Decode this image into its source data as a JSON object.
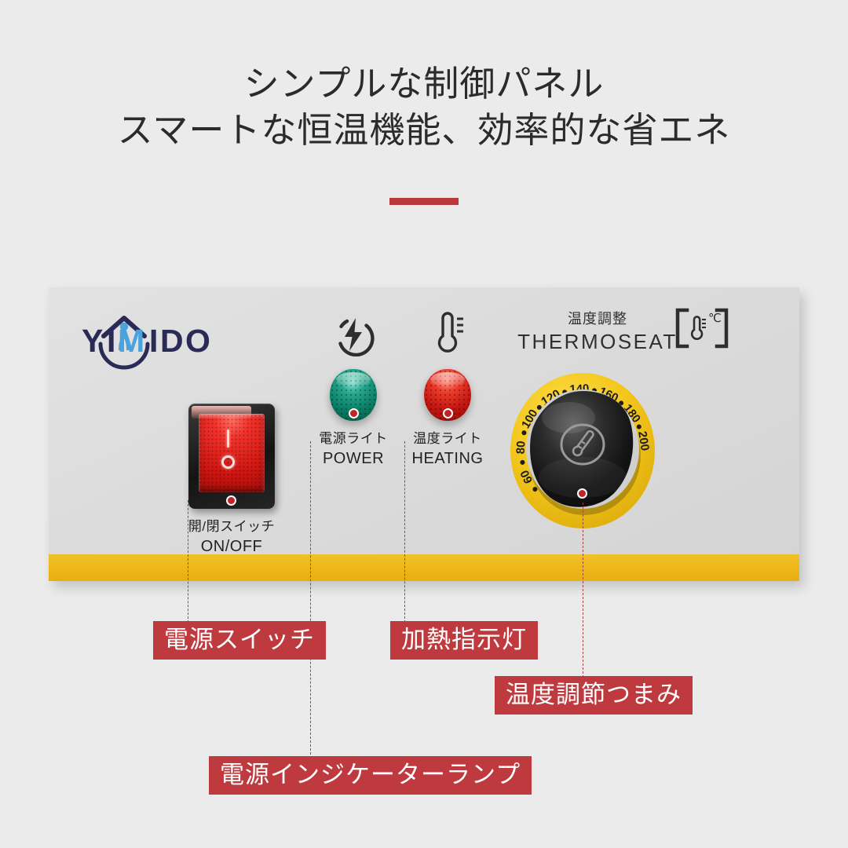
{
  "headline": {
    "line1": "シンプルな制御パネル",
    "line2": "スマートな恒温機能、効率的な省エネ",
    "accent_color": "#b8393c"
  },
  "panel": {
    "background_color": "#dcdcdc",
    "stripe_color": "#eeb91b",
    "brand": {
      "name": "YIMIDO",
      "text_color": "#2a2a56",
      "figure_color": "#4aa3dd"
    },
    "icons": {
      "power_bolt": "power-bolt-icon",
      "thermometer": "thermometer-icon",
      "celsius_bracket": "celsius-bracket-icon",
      "celsius_unit": "℃"
    },
    "thermostat_heading": {
      "jp": "温度調整",
      "en": "THERMOSEAT"
    },
    "rocker_switch": {
      "caption_jp": "開/閉スイッチ",
      "caption_en": "ON/OFF",
      "on_mark": "|",
      "off_mark": "O",
      "body_color": "#1b1b1b",
      "face_color": "#d4160f"
    },
    "lamps": [
      {
        "id": "power",
        "caption_jp": "電源ライト",
        "caption_en": "POWER",
        "color": "#0a7f67"
      },
      {
        "id": "heating",
        "caption_jp": "温度ライト",
        "caption_en": "HEATING",
        "color": "#c31611"
      }
    ],
    "dial": {
      "ring_color": "#f2c518",
      "knob_color": "#1d1d1d",
      "scale_labels": [
        "60",
        "80",
        "100",
        "120",
        "140",
        "160",
        "180",
        "200"
      ],
      "unit": "℃",
      "emblem": "thermometer-emblem-icon"
    }
  },
  "callouts": [
    {
      "id": "power-switch",
      "label": "電源スイッチ"
    },
    {
      "id": "heat-lamp",
      "label": "加熱指示灯"
    },
    {
      "id": "temp-knob",
      "label": "温度調節つまみ"
    },
    {
      "id": "power-indicator",
      "label": "電源インジケーターランプ"
    }
  ],
  "callout_style": {
    "background": "#bf3a3e",
    "text_color": "#ffffff",
    "leader_color": "#a4424a"
  }
}
